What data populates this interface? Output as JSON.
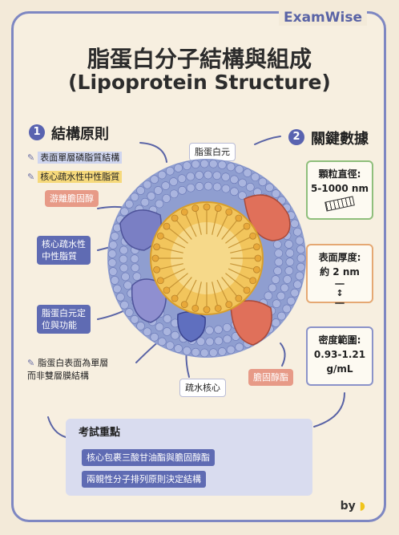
{
  "brand": "ExamWise",
  "title_zh": "脂蛋白分子結構與組成",
  "title_en": "(Lipoprotein Structure)",
  "section1": {
    "num": "1",
    "title": "結構原則"
  },
  "section2": {
    "num": "2",
    "title": "關鍵數據"
  },
  "bullets": [
    "表面單層磷脂質結構",
    "核心疏水性中性脂質",
    "游離膽固醇"
  ],
  "side_labels": [
    "核心疏水性\n中性脂質",
    "脂蛋白元定\n位與功能",
    "脂蛋白表面為單層\n而非雙層膜結構"
  ],
  "diagram_labels": {
    "apoprotein": "脂蛋白元",
    "core": "疏水核心",
    "cholesteryl_ester": "膽固醇酯"
  },
  "cards": [
    {
      "title": "顆粒直徑:",
      "value": "5-1000 nm",
      "icon": "ruler-icon"
    },
    {
      "title": "表面厚度:",
      "value": "約 2 nm",
      "icon": "thickness-arrows-icon"
    },
    {
      "title": "密度範圍:",
      "value": "0.93-1.21\ng/mL",
      "icon": ""
    }
  ],
  "exam": {
    "title": "考試重點",
    "items": [
      "核心包裹三酸甘油酯與膽固醇酯",
      "兩親性分子排列原則決定結構"
    ]
  },
  "byline": "by",
  "colors": {
    "accent": "#5963b0",
    "surface_blue": "#7f8fc7",
    "core_yellow": "#f2c55c",
    "protein_red": "#e0705a",
    "protein_purple": "#7a7fc4"
  }
}
